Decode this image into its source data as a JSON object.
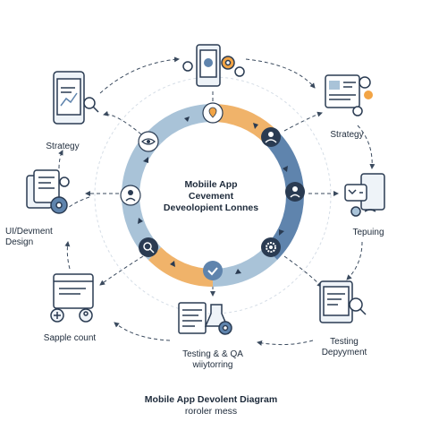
{
  "diagram": {
    "center_title": [
      "Mobiile App",
      "Cevement",
      "Deveolopient Lonnes"
    ],
    "nodes": [
      {
        "id": "strategy-left",
        "lines": [
          "Strategy"
        ],
        "icon": "phone-analytics-icon"
      },
      {
        "id": "top",
        "lines": [],
        "icon": "phone-gears-icon"
      },
      {
        "id": "strategy-right",
        "lines": [
          "Strategy"
        ],
        "icon": "dashboard-icon"
      },
      {
        "id": "ui-design",
        "lines": [
          "UI/Devment",
          "Design"
        ],
        "icon": "devices-gear-icon"
      },
      {
        "id": "tepuing",
        "lines": [
          "Tepuing"
        ],
        "icon": "mobile-chat-icon"
      },
      {
        "id": "sapple-count",
        "lines": [
          "Sapple count"
        ],
        "icon": "browser-users-icon"
      },
      {
        "id": "testing-qa",
        "lines": [
          "Testing & & QA",
          "wiiytorring"
        ],
        "icon": "testing-tools-icon"
      },
      {
        "id": "testing-deployment",
        "lines": [
          "Testing",
          "Depyyment"
        ],
        "icon": "tablet-magnifier-icon"
      }
    ],
    "caption": [
      "Mobile App Devolent Diagram",
      "roroler mess"
    ],
    "colors": {
      "ring_blue": "#5f84ad",
      "ring_light": "#a9c3d8",
      "ring_orange": "#f0b36a",
      "ink": "#2a3b52",
      "accent": "#f2a445"
    }
  }
}
